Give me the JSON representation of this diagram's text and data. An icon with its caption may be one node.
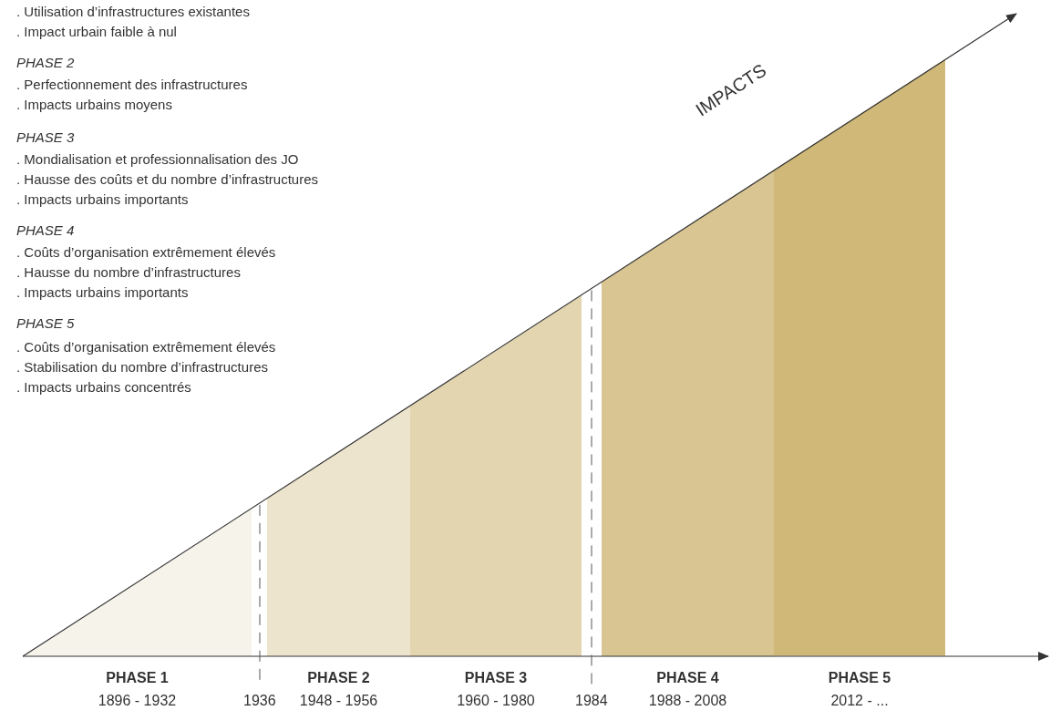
{
  "diagram": {
    "nodes": [
      {
        "text": [
          "PHASE 1",
          "1896 - 1932"
        ]
      },
      {
        "text": [
          "PHASE 2",
          "1948 - 1956"
        ]
      },
      {
        "text": [
          "PHASE 3",
          "1960 - 1980"
        ]
      },
      {
        "text": [
          "PHASE 4",
          "1988 - 2008"
        ]
      },
      {
        "text": [
          "PHASE 5",
          "2012 - ..."
        ]
      }
    ],
    "labels": [
      ". Utilisation d’infrastructures existantes",
      ". Impact urbain faible à nul",
      "PHASE 2",
      ". Perfectionnement des infrastructures",
      ". Impacts urbains moyens",
      "PHASE 3",
      ". Mondialisation et professionnalisation des JO",
      ". Hausse des coûts et du nombre d’infrastructures",
      ". Impacts urbains importants",
      "PHASE 4",
      ". Coûts d’organisation extrêmement élevés",
      ". Hausse du nombre d’infrastructures",
      ". Impacts urbains importants",
      "PHASE 5",
      ". Coûts d’organisation extrêmement élevés",
      ". Stabilisation du nombre d’infrastructures",
      ". Impacts urbains concentrés",
      "IMPACTS",
      "1936",
      "1984"
    ]
  }
}
